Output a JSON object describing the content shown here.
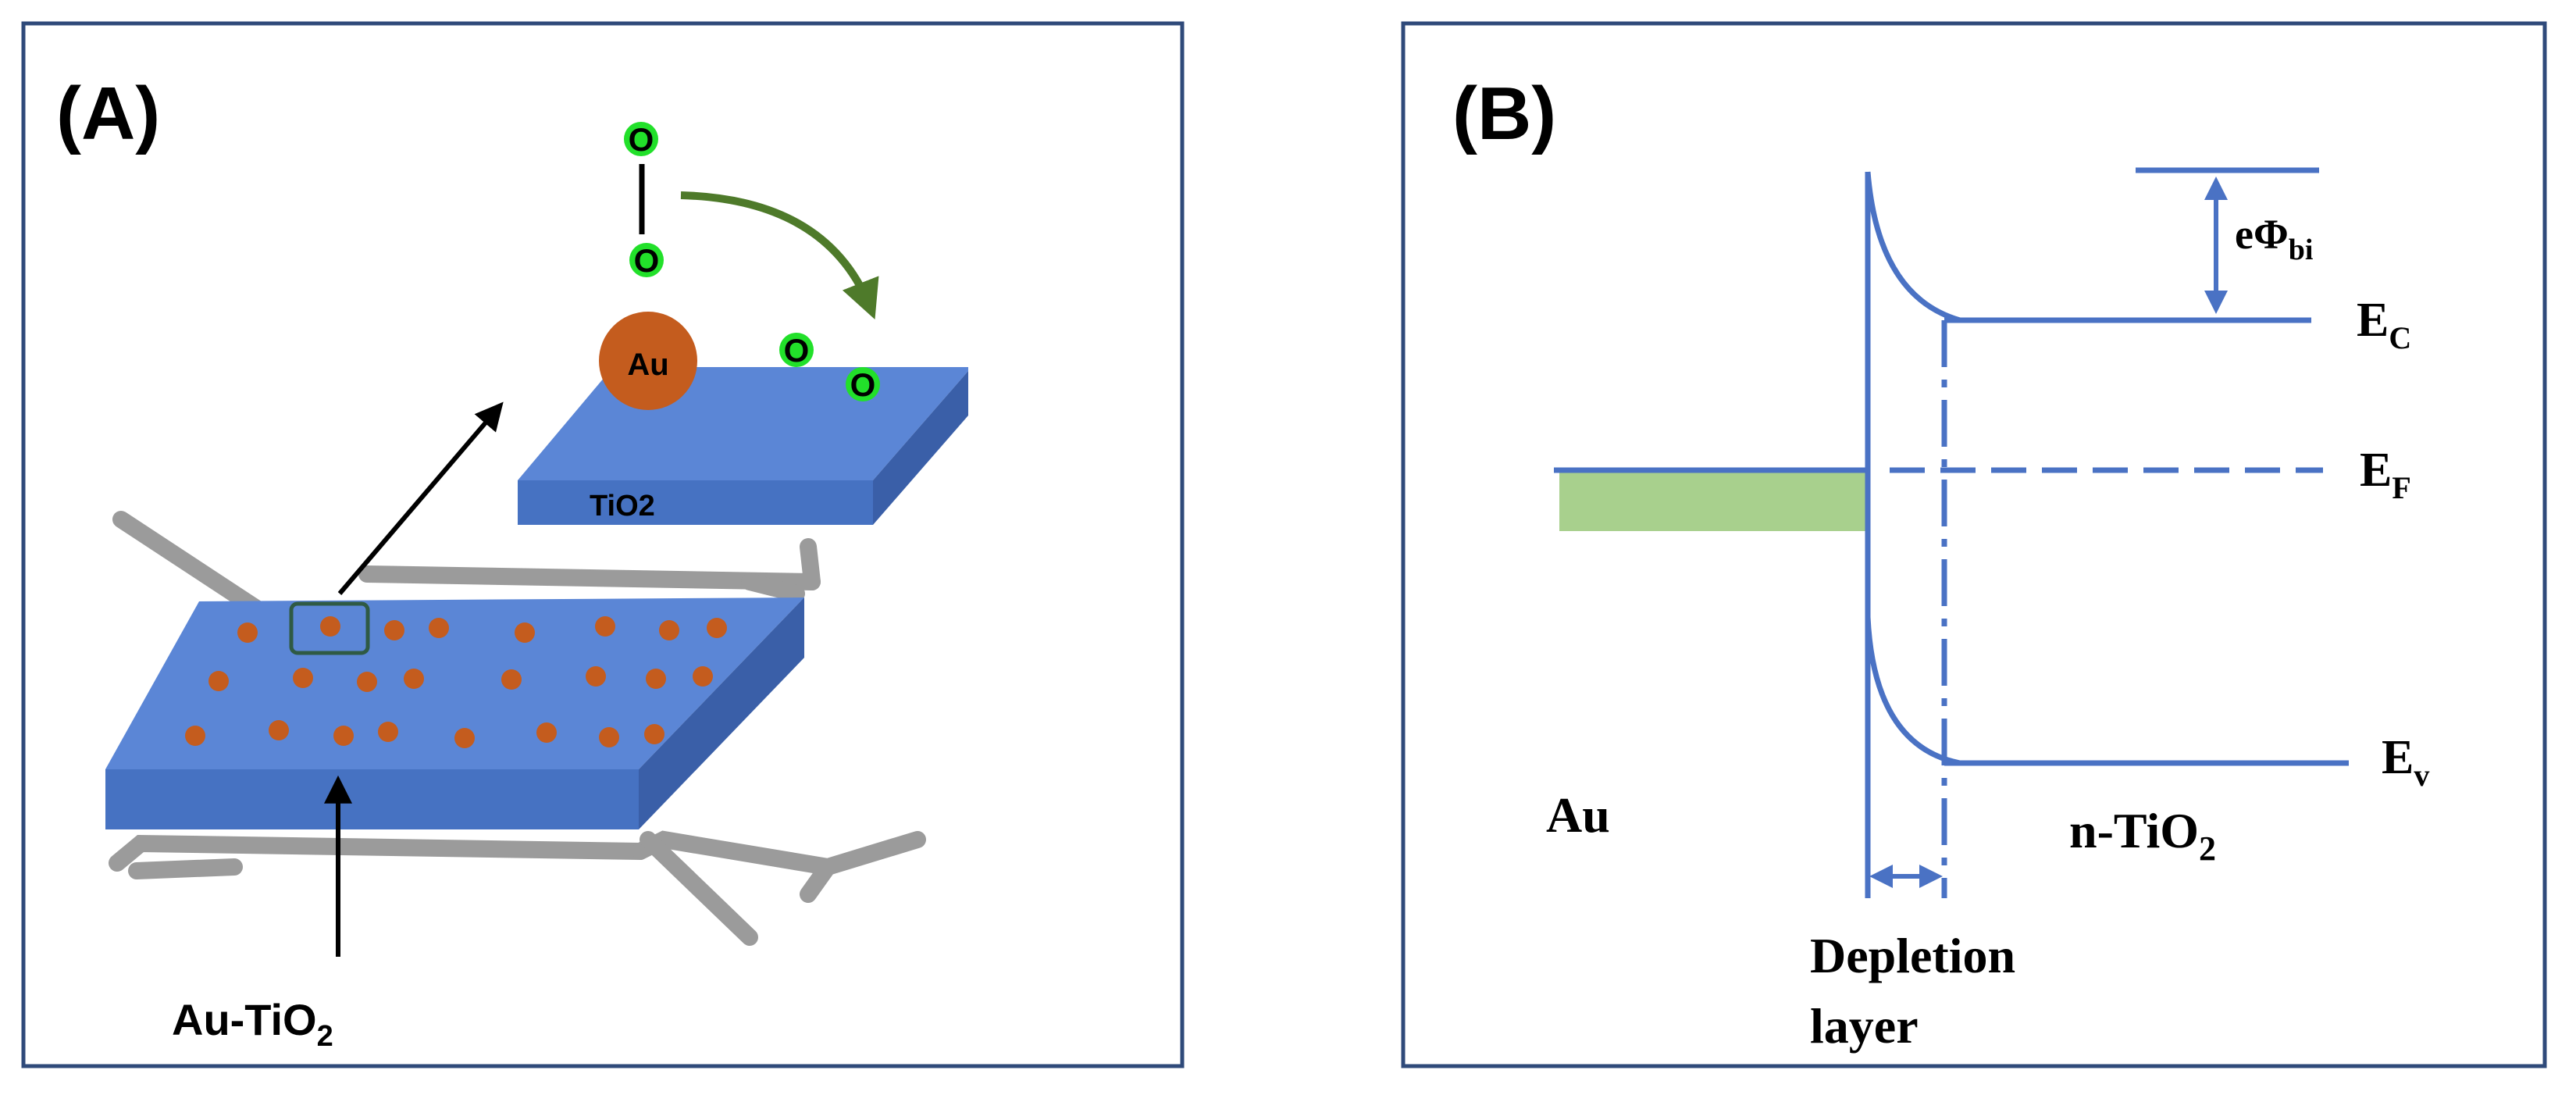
{
  "panel_a": {
    "label": "(A)",
    "au_label": "Au",
    "tio2_label": "TiO2",
    "atom_label": "O",
    "composite_label_main": "Au-TiO",
    "composite_label_sub": "2"
  },
  "panel_b": {
    "label": "(B)",
    "barrier_main": "eΦ",
    "barrier_sub": "bi",
    "ec_main": "E",
    "ec_sub": "C",
    "ef_main": "E",
    "ef_sub": "F",
    "ev_main": "E",
    "ev_sub": "v",
    "metal_label": "Au",
    "semi_label_main": "n-TiO",
    "semi_label_sub": "2",
    "depletion_line1": "Depletion",
    "depletion_line2": "layer"
  },
  "colors": {
    "frame": "#2f4a7a",
    "band_line": "#4a72c4",
    "slab_top": "#5b86d6",
    "slab_side": "#3f67b4",
    "au_particle": "#c45c1e",
    "oxygen": "#22e02a",
    "arrow_green": "#4e7a2a",
    "fermi_fill": "#a8d08d",
    "support_gray": "#8a8a8a"
  }
}
